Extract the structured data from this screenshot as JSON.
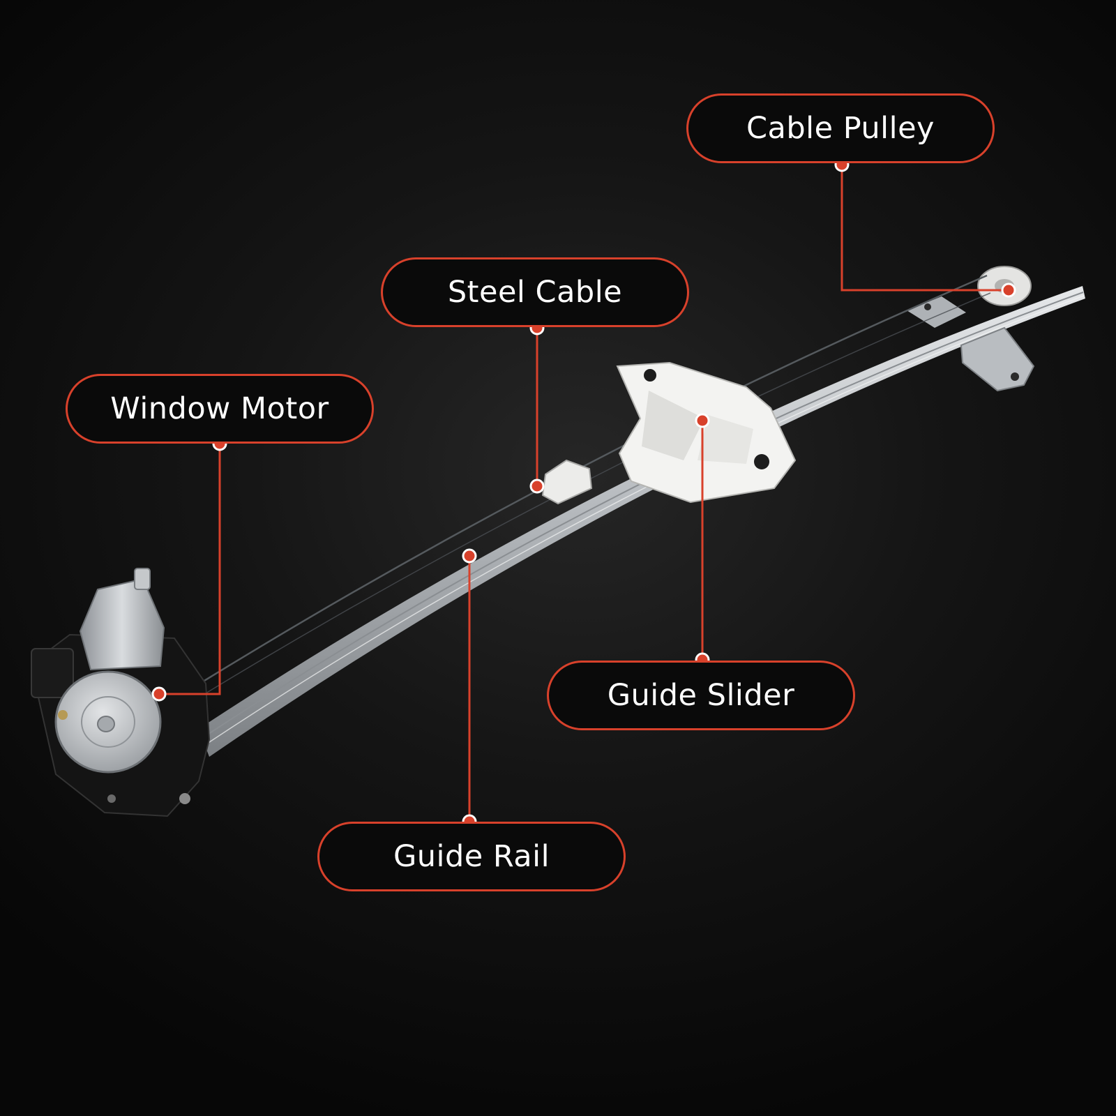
{
  "colors": {
    "accent": "#d8412b",
    "background": "#0b0b0b",
    "label_text": "#ffffff"
  },
  "callouts": {
    "cable_pulley": {
      "label": "Cable Pulley"
    },
    "steel_cable": {
      "label": "Steel Cable"
    },
    "window_motor": {
      "label": "Window Motor"
    },
    "guide_slider": {
      "label": "Guide Slider"
    },
    "guide_rail": {
      "label": "Guide Rail"
    }
  }
}
